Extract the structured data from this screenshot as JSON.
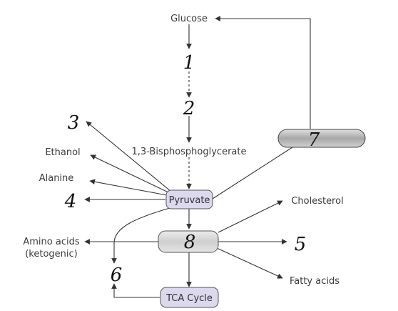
{
  "nodes": {
    "glucose": "Glucose",
    "bpg": "1,3-Bisphosphoglycerate",
    "ethanol": "Ethanol",
    "alanine": "Alanine",
    "pyruvate": "Pyruvate",
    "cholesterol": "Cholesterol",
    "amino_line1": "Amino acids",
    "amino_line2": "(ketogenic)",
    "fatty_acids": "Fatty acids",
    "tca": "TCA Cycle"
  },
  "numbers": {
    "n1": "1",
    "n2": "2",
    "n3": "3",
    "n4": "4",
    "n5": "5",
    "n6": "6",
    "n7": "7",
    "n8": "8"
  },
  "colors": {
    "pyruvate_fill": "#dcd8ee",
    "tca_fill": "#dcd8ee",
    "box8_fill": "#d6d6d6",
    "box7_fill": "#b8b8b8",
    "line": "#333333"
  }
}
